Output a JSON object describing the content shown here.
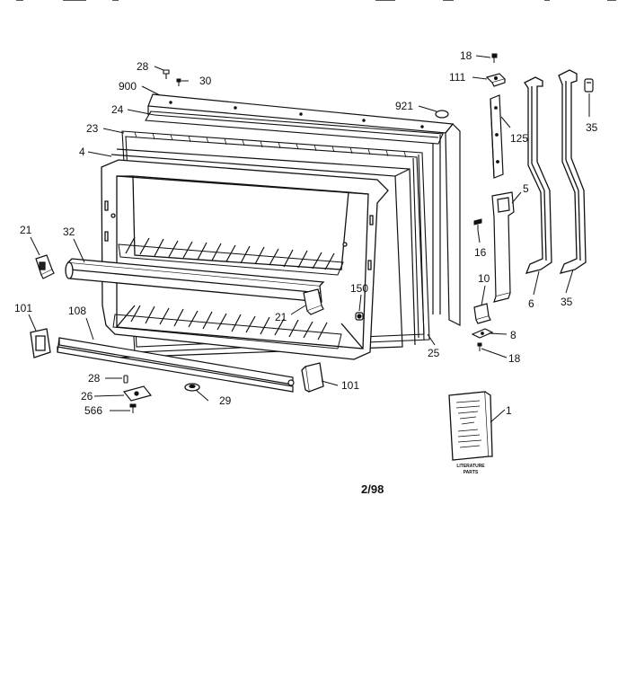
{
  "diagram": {
    "callouts": [
      {
        "id": "c28a",
        "text": "28"
      },
      {
        "id": "c30",
        "text": "30"
      },
      {
        "id": "c900",
        "text": "900"
      },
      {
        "id": "c24",
        "text": "24"
      },
      {
        "id": "c23",
        "text": "23"
      },
      {
        "id": "c4",
        "text": "4"
      },
      {
        "id": "c921",
        "text": "921"
      },
      {
        "id": "c18a",
        "text": "18"
      },
      {
        "id": "c111",
        "text": "111"
      },
      {
        "id": "c125",
        "text": "125"
      },
      {
        "id": "c35a",
        "text": "35"
      },
      {
        "id": "c5",
        "text": "5"
      },
      {
        "id": "c16",
        "text": "16"
      },
      {
        "id": "c10",
        "text": "10"
      },
      {
        "id": "c6",
        "text": "6"
      },
      {
        "id": "c35b",
        "text": "35"
      },
      {
        "id": "c8",
        "text": "8"
      },
      {
        "id": "c18b",
        "text": "18"
      },
      {
        "id": "c21a",
        "text": "21"
      },
      {
        "id": "c32",
        "text": "32"
      },
      {
        "id": "c150",
        "text": "150"
      },
      {
        "id": "c21b",
        "text": "21"
      },
      {
        "id": "c101a",
        "text": "101"
      },
      {
        "id": "c108",
        "text": "108"
      },
      {
        "id": "c25",
        "text": "25"
      },
      {
        "id": "c28b",
        "text": "28"
      },
      {
        "id": "c26",
        "text": "26"
      },
      {
        "id": "c566",
        "text": "566"
      },
      {
        "id": "c29",
        "text": "29"
      },
      {
        "id": "c101b",
        "text": "101"
      },
      {
        "id": "c1",
        "text": "1"
      }
    ],
    "literature_label_line1": "LITERATURE",
    "literature_label_line2": "PARTS",
    "date_code": "2/98"
  }
}
